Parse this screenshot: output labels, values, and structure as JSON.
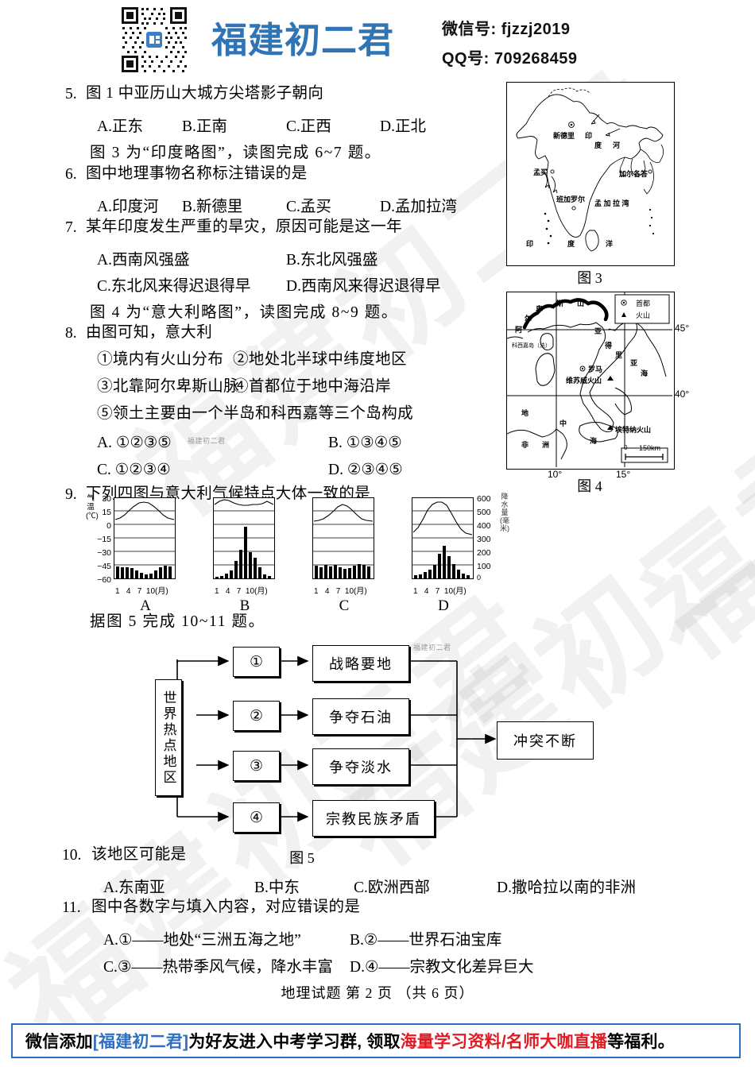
{
  "header": {
    "qr_icon": "qr-code",
    "brand": "福建初二君",
    "wechat_line": "微信号: fjzzj2019",
    "qq_line": "QQ号: 709268459"
  },
  "questions": [
    {
      "number": "5.",
      "stem": "图 1 中亚历山大城方尖塔影子朝向",
      "options": [
        "A.正东",
        "B.正南",
        "C.正西",
        "D.正北"
      ]
    },
    {
      "number": "6.",
      "stem": "图中地理事物名称标注错误的是",
      "options": [
        "A.印度河",
        "B.新德里",
        "C.孟买",
        "D.孟加拉湾"
      ]
    },
    {
      "number": "7.",
      "stem": "某年印度发生严重的旱灾，原因可能是这一年",
      "options": [
        "A.西南风强盛",
        "B.东北风强盛",
        "C.东北风来得迟退得早",
        "D.西南风来得迟退得早"
      ]
    },
    {
      "number": "8.",
      "stem": "由图可知，意大利",
      "statements": [
        "①境内有火山分布",
        "②地处北半球中纬度地区",
        "③北靠阿尔卑斯山脉",
        "④首都位于地中海沿岸",
        "⑤领土主要由一个半岛和科西嘉等三个岛构成"
      ],
      "options": [
        "A. ①②③⑤",
        "B. ①③④⑤",
        "C. ①②③④",
        "D. ②③④⑤"
      ]
    },
    {
      "number": "9.",
      "stem": "下列四图与意大利气候特点大体一致的是"
    },
    {
      "number": "10.",
      "stem": "该地区可能是",
      "options": [
        "A.东南亚",
        "B.中东",
        "C.欧洲西部",
        "D.撒哈拉以南的非洲"
      ]
    },
    {
      "number": "11.",
      "stem": "图中各数字与填入内容，对应错误的是",
      "options": [
        "A.①——地处“三洲五海之地”",
        "B.②——世界石油宝库",
        "C.③——热带季风气候，降水丰富",
        "D.④——宗教文化差异巨大"
      ]
    }
  ],
  "instructions": [
    "图 3 为“印度略图”，读图完成 6~7 题。",
    "图 4 为“意大利略图”，读图完成 8~9 题。",
    "据图 5 完成 10~11 题。"
  ],
  "figure_captions": {
    "fig3": "图 3",
    "fig4": "图 4",
    "fig5": "图 5"
  },
  "map_india": {
    "labels": [
      "新德里",
      "印",
      "度",
      "河",
      "孟买",
      "加尔各答",
      "班加罗尔",
      "孟 加 拉 湾",
      "印",
      "度",
      "洋"
    ]
  },
  "map_italy": {
    "legend": [
      {
        "symbol": "capital-symbol",
        "label": "首都"
      },
      {
        "symbol": "volcano-symbol",
        "label": "火山"
      }
    ],
    "labels": [
      "阿",
      "尔",
      "卑",
      "斯",
      "山",
      "科西嘉岛（法）",
      "罗马",
      "维苏威火山",
      "埃特纳火山",
      "亚",
      "得",
      "里",
      "亚",
      "海",
      "地",
      "中",
      "海",
      "非",
      "洲"
    ],
    "lat_45": "45°",
    "lat_40": "40°",
    "lon_10": "10°",
    "lon_15": "15°",
    "scale_zero": "0",
    "scale_text": "150km"
  },
  "chart_data": [
    {
      "id": "A",
      "type": "bar",
      "label": "A",
      "title": "",
      "ylabel": "气温(℃)",
      "ylabel2": "",
      "xlabel": "(月)",
      "xticks": [
        "1",
        "4",
        "7",
        "10"
      ],
      "categories": [
        1,
        2,
        3,
        4,
        5,
        6,
        7,
        8,
        9,
        10,
        11,
        12
      ],
      "temp_ticks": [
        30,
        15,
        0,
        -15,
        -30,
        -45,
        -60
      ],
      "temp_series": [
        7,
        8,
        11,
        16,
        21,
        25,
        26,
        25,
        21,
        16,
        11,
        8
      ],
      "precip_series": [
        38,
        42,
        40,
        38,
        30,
        22,
        16,
        18,
        28,
        42,
        48,
        44
      ]
    },
    {
      "id": "B",
      "type": "bar",
      "label": "B",
      "ylabel": "",
      "xlabel": "(月)",
      "xticks": [
        "1",
        "4",
        "7",
        "10"
      ],
      "categories": [
        1,
        2,
        3,
        4,
        5,
        6,
        7,
        8,
        9,
        10,
        11,
        12
      ],
      "temp_series": [
        26,
        27,
        28,
        28,
        27,
        26,
        26,
        26,
        26,
        26,
        26,
        27
      ],
      "precip_series": [
        8,
        10,
        20,
        40,
        110,
        220,
        390,
        200,
        160,
        80,
        30,
        12
      ]
    },
    {
      "id": "C",
      "type": "bar",
      "label": "C",
      "ylabel": "",
      "xlabel": "(月)",
      "xticks": [
        "1",
        "4",
        "7",
        "10"
      ],
      "categories": [
        1,
        2,
        3,
        4,
        5,
        6,
        7,
        8,
        9,
        10,
        11,
        12
      ],
      "temp_series": [
        10,
        11,
        14,
        18,
        22,
        26,
        27,
        26,
        23,
        18,
        14,
        11
      ],
      "precip_series": [
        55,
        50,
        58,
        52,
        58,
        50,
        45,
        48,
        55,
        60,
        58,
        52
      ]
    },
    {
      "id": "D",
      "type": "bar",
      "label": "D",
      "ylabel": "",
      "ylabel_right": "降水量(毫米)",
      "xlabel": "(月)",
      "xticks": [
        "1",
        "4",
        "7",
        "10"
      ],
      "precip_ticks": [
        600,
        500,
        400,
        300,
        200,
        100,
        0
      ],
      "categories": [
        1,
        2,
        3,
        4,
        5,
        6,
        7,
        8,
        9,
        10,
        11,
        12
      ],
      "temp_series": [
        5,
        8,
        16,
        25,
        30,
        31,
        29,
        25,
        18,
        11,
        7,
        4
      ],
      "precip_series": [
        12,
        18,
        30,
        48,
        85,
        170,
        225,
        150,
        95,
        55,
        28,
        15
      ]
    }
  ],
  "flow_diagram": {
    "source": "世界热点地区",
    "numbers": [
      "①",
      "②",
      "③",
      "④"
    ],
    "causes": [
      "战略要地",
      "争夺石油",
      "争夺淡水",
      "宗教民族矛盾"
    ],
    "result": "冲突不断",
    "watermark": "福建初二君"
  },
  "inline_watermark": "福建初二君",
  "page_footer": "地理试题   第 2 页   （共 6 页）",
  "footer_banner": {
    "part1": "微信添加",
    "part2": "[福建初二君]",
    "part3": "为好友进入中考学习群, 领取",
    "part4": "海量学习资料/名师大咖直播",
    "part5": "等福利。",
    "blue": "#2f6fc0",
    "red": "#e01b24"
  }
}
